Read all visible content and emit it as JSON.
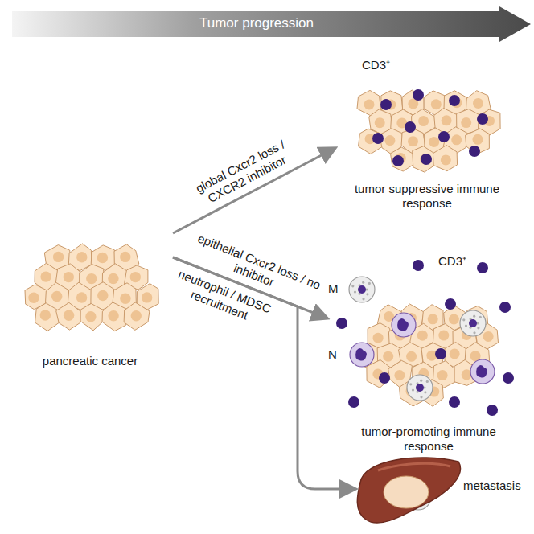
{
  "diagram": {
    "nodes": [
      {
        "text": [
          "Tumor progression"
        ]
      },
      {
        "text": [
          "pancreatic cancer"
        ]
      },
      {
        "text": [
          "CD3⁺",
          "tumor suppressive immune response"
        ]
      },
      {
        "text": [
          "CD3⁺",
          "M",
          "N",
          "tumor-promoting immune response"
        ]
      },
      {
        "text": [
          "metastasis"
        ]
      }
    ],
    "edges": [
      {
        "from": 1,
        "to": 2,
        "arrow": "to",
        "label": "global Cxcr2 loss / CXCR2 inhibitor"
      },
      {
        "from": 1,
        "to": 3,
        "arrow": "to",
        "label": "epithelial Cxcr2 loss / no inhibitor"
      },
      {
        "from": 1,
        "to": 4,
        "arrow": "to"
      }
    ],
    "labels": [
      "neutrophil / MDSC recruitment"
    ]
  }
}
